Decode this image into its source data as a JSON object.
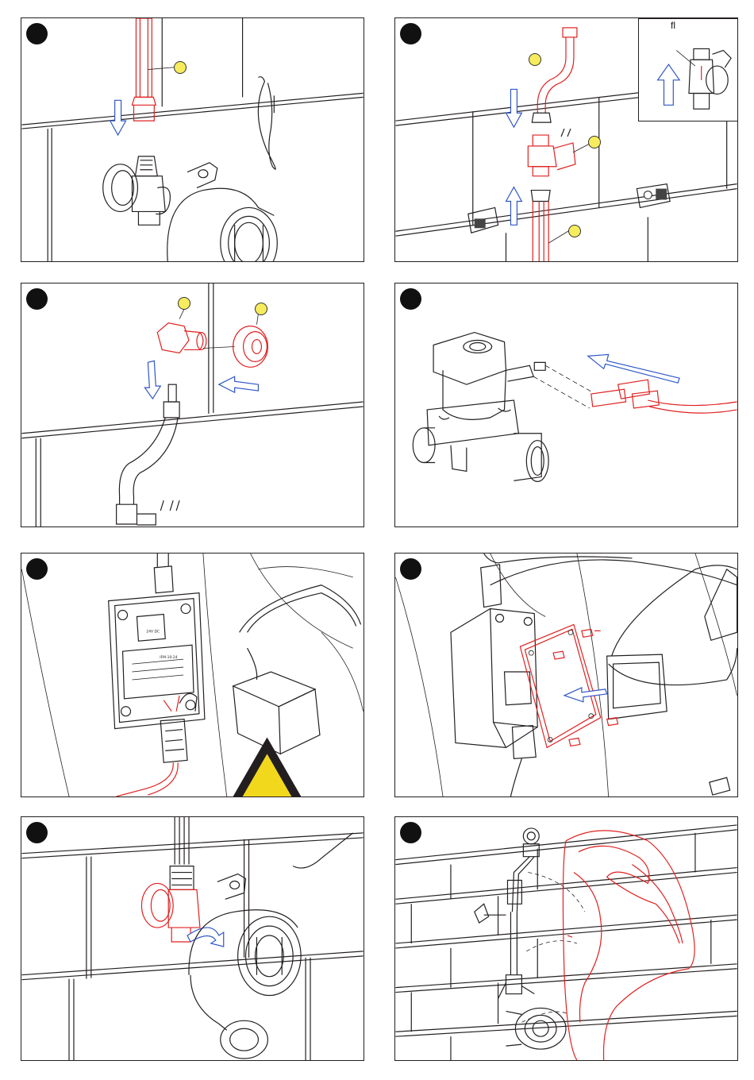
{
  "colors": {
    "outline": "#231f20",
    "highlight": "#e02020",
    "arrow": "#2f56c8",
    "callout": "#f7ec5d",
    "warning": "#f2d81c",
    "step_marker": "#111111"
  },
  "panels": [
    {
      "id": "p1",
      "callouts": 1
    },
    {
      "id": "p2",
      "callouts": 3,
      "inset": {
        "label": "fl"
      }
    },
    {
      "id": "p3",
      "callouts": 2
    },
    {
      "id": "p4",
      "callouts": 0
    },
    {
      "id": "p5",
      "callouts": 0,
      "warning": true,
      "product_label": {
        "line1": "24V DC",
        "line2": "IFM-10-24"
      }
    },
    {
      "id": "p6",
      "callouts": 0
    },
    {
      "id": "p7",
      "callouts": 0
    },
    {
      "id": "p8",
      "callouts": 0
    }
  ]
}
